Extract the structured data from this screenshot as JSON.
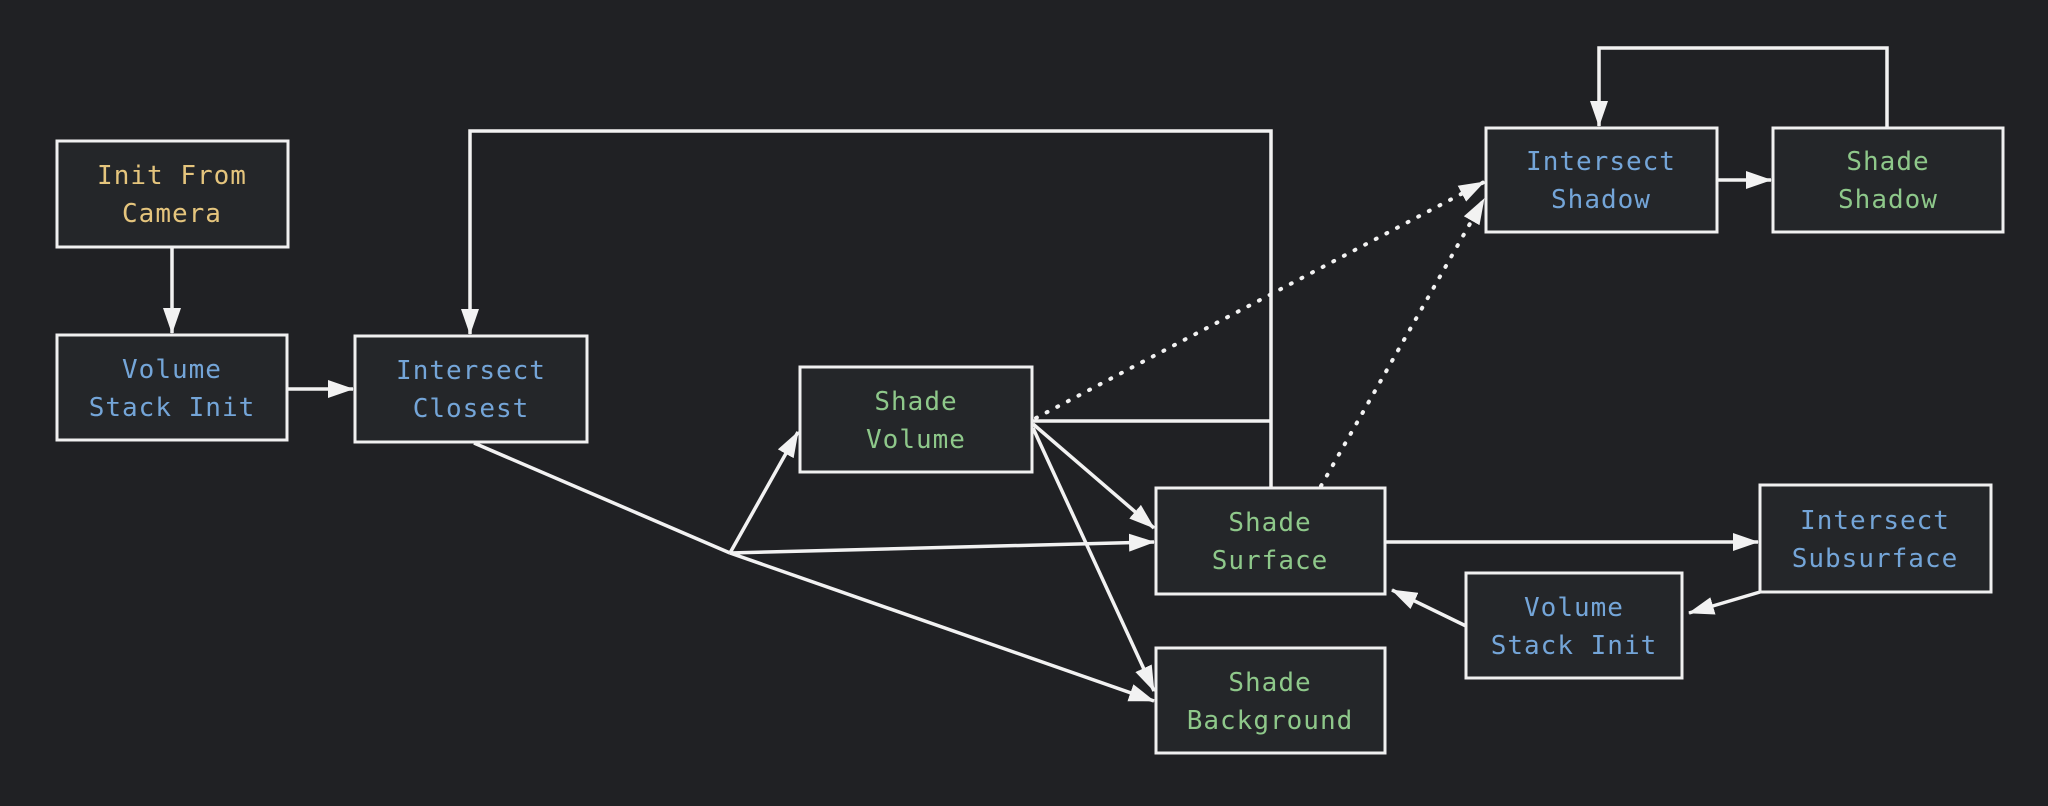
{
  "colors": {
    "background": "#202124",
    "node_fill": "#242629",
    "node_border": "#f0f0f0",
    "edge": "#f2f2f2",
    "camera_text": "#e5c57d",
    "intersect_text": "#74a5d8",
    "shade_text": "#8ec88a"
  },
  "nodes": [
    {
      "id": "init-from-camera",
      "line1": "Init From",
      "line2": "Camera"
    },
    {
      "id": "volume-stack-init-a",
      "line1": "Volume",
      "line2": "Stack Init"
    },
    {
      "id": "intersect-closest",
      "line1": "Intersect",
      "line2": "Closest"
    },
    {
      "id": "shade-volume",
      "line1": "Shade",
      "line2": "Volume"
    },
    {
      "id": "shade-surface",
      "line1": "Shade",
      "line2": "Surface"
    },
    {
      "id": "shade-background",
      "line1": "Shade",
      "line2": "Background"
    },
    {
      "id": "volume-stack-init-b",
      "line1": "Volume",
      "line2": "Stack Init"
    },
    {
      "id": "intersect-subsurface",
      "line1": "Intersect",
      "line2": "Subsurface"
    },
    {
      "id": "intersect-shadow",
      "line1": "Intersect",
      "line2": "Shadow"
    },
    {
      "id": "shade-shadow",
      "line1": "Shade",
      "line2": "Shadow"
    }
  ],
  "edges": [
    {
      "from": "init-from-camera",
      "to": "volume-stack-init-a",
      "style": "solid"
    },
    {
      "from": "volume-stack-init-a",
      "to": "intersect-closest",
      "style": "solid"
    },
    {
      "from": "intersect-closest",
      "to": "shade-volume",
      "style": "solid"
    },
    {
      "from": "intersect-closest",
      "to": "shade-surface",
      "style": "solid"
    },
    {
      "from": "intersect-closest",
      "to": "shade-background",
      "style": "solid"
    },
    {
      "from": "shade-volume",
      "to": "shade-surface",
      "style": "solid"
    },
    {
      "from": "shade-volume",
      "to": "shade-background",
      "style": "solid"
    },
    {
      "from": "shade-volume",
      "to": "intersect-closest",
      "style": "solid"
    },
    {
      "from": "shade-volume",
      "to": "intersect-shadow",
      "style": "dotted"
    },
    {
      "from": "shade-surface",
      "to": "intersect-closest",
      "style": "solid"
    },
    {
      "from": "shade-surface",
      "to": "intersect-shadow",
      "style": "dotted"
    },
    {
      "from": "shade-surface",
      "to": "intersect-subsurface",
      "style": "solid"
    },
    {
      "from": "intersect-subsurface",
      "to": "volume-stack-init-b",
      "style": "solid"
    },
    {
      "from": "volume-stack-init-b",
      "to": "shade-surface",
      "style": "solid"
    },
    {
      "from": "intersect-shadow",
      "to": "shade-shadow",
      "style": "solid"
    },
    {
      "from": "shade-shadow",
      "to": "intersect-shadow",
      "style": "solid"
    }
  ]
}
